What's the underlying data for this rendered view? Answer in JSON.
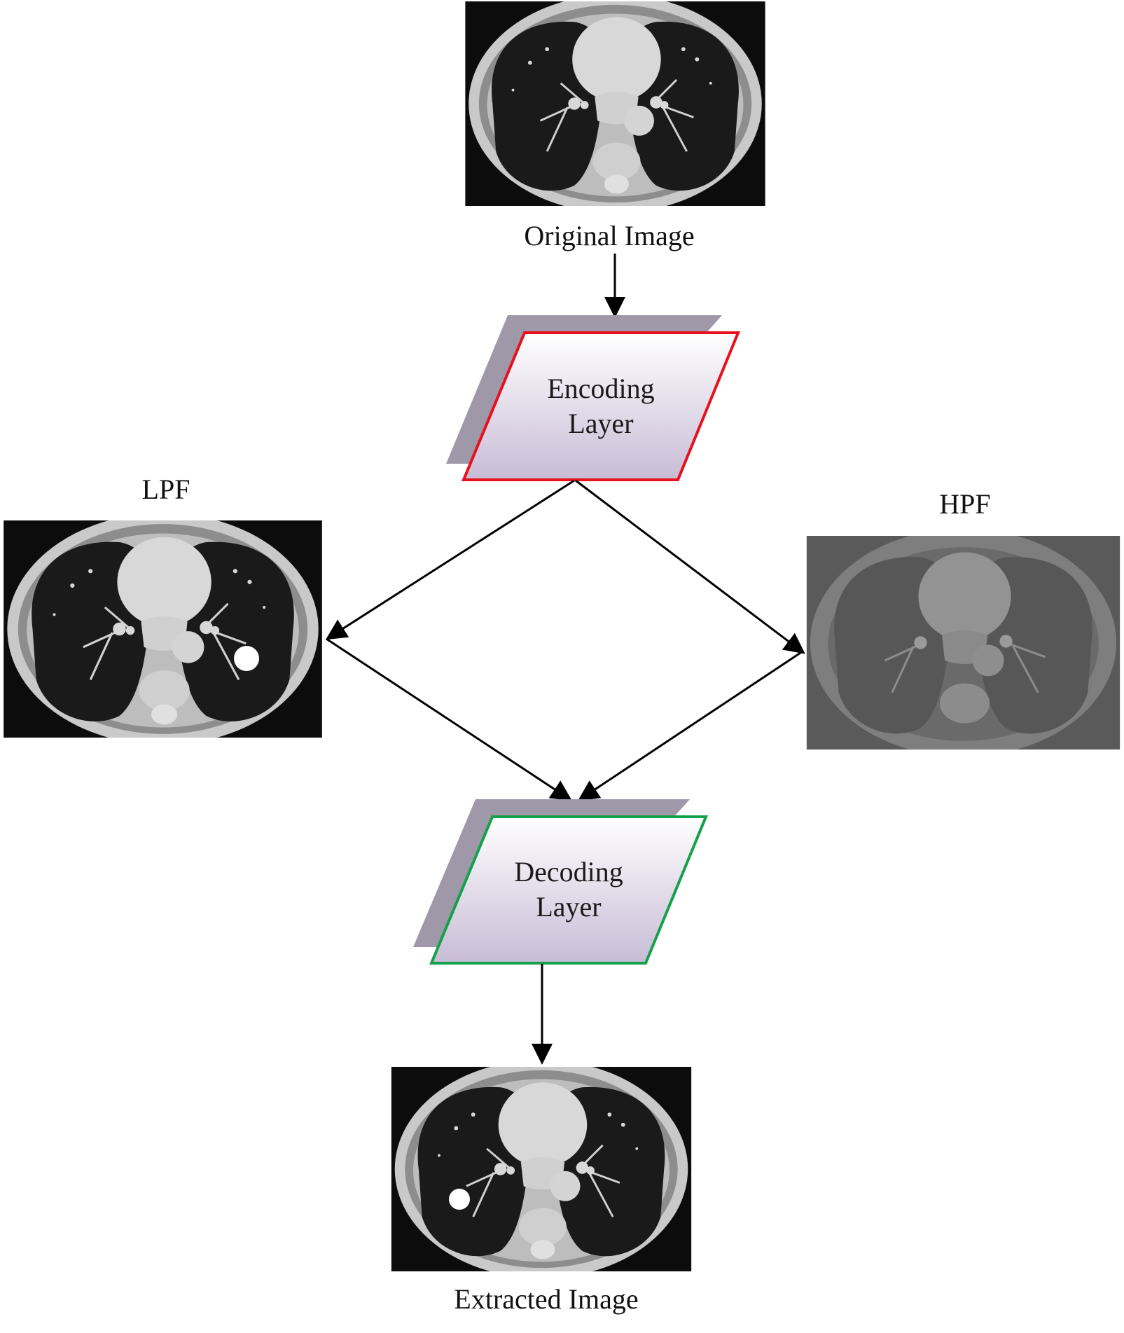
{
  "labels": {
    "original": "Original Image",
    "lpf": "LPF",
    "hpf": "HPF",
    "extracted": "Extracted Image"
  },
  "encoding": {
    "line1": "Encoding",
    "line2": "Layer",
    "border_color": "#e8101c"
  },
  "decoding": {
    "line1": "Decoding",
    "line2": "Layer",
    "border_color": "#15a14a"
  },
  "images": {
    "original": {
      "icon": "ct-scan-chest",
      "variant": "normal"
    },
    "lpf": {
      "icon": "ct-scan-chest",
      "variant": "nodule-right"
    },
    "hpf": {
      "icon": "ct-scan-chest",
      "variant": "high-pass-gray"
    },
    "extracted": {
      "icon": "ct-scan-chest",
      "variant": "nodule-left"
    }
  },
  "colors": {
    "shadow": "#9e98a8",
    "fill_top": "#ffffff",
    "fill_bottom": "#cbbfd8",
    "arrow": "#000000"
  }
}
